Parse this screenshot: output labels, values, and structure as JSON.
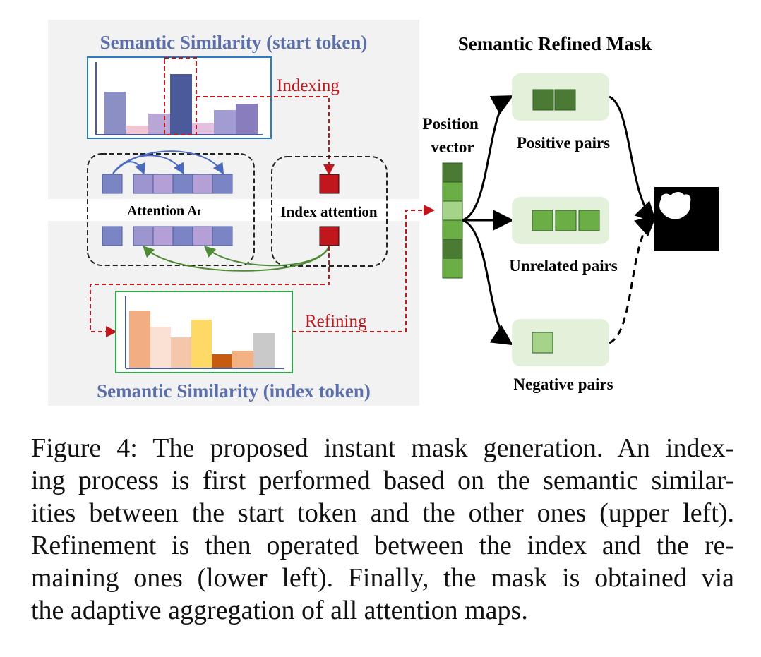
{
  "top_panel": {
    "title": "Semantic Similarity (start token)",
    "indexing_label": "Indexing"
  },
  "bottom_panel": {
    "title": "Semantic Similarity (index token)",
    "refining_label": "Refining"
  },
  "attention_label_main": "Attention A",
  "attention_label_sub": "t",
  "index_attention_label": "Index attention",
  "position_vector_label": [
    "Position",
    "vector"
  ],
  "mask_title": "Semantic Refined Mask",
  "pairs": {
    "positive": "Positive pairs",
    "unrelated": "Unrelated pairs",
    "negative": "Negative pairs"
  },
  "colors": {
    "title_blue": "#5b6fab",
    "red": "#c0161c",
    "panel_bg": "#f2f2f2",
    "pair_bg": "#e3f1da",
    "green_dark": "#4a7a34",
    "green_mid": "#6aae45",
    "green_light": "#a6d38a"
  },
  "caption_lines": [
    "Figure 4: The proposed instant mask generation. An index-",
    "ing process is first performed based on the semantic similar-",
    "ities between the start token and the other ones (upper left).",
    "Refinement is then operated between the index and the re-",
    "maining ones (lower left). Finally, the mask is obtained via",
    "the adaptive aggregation of all attention maps."
  ]
}
